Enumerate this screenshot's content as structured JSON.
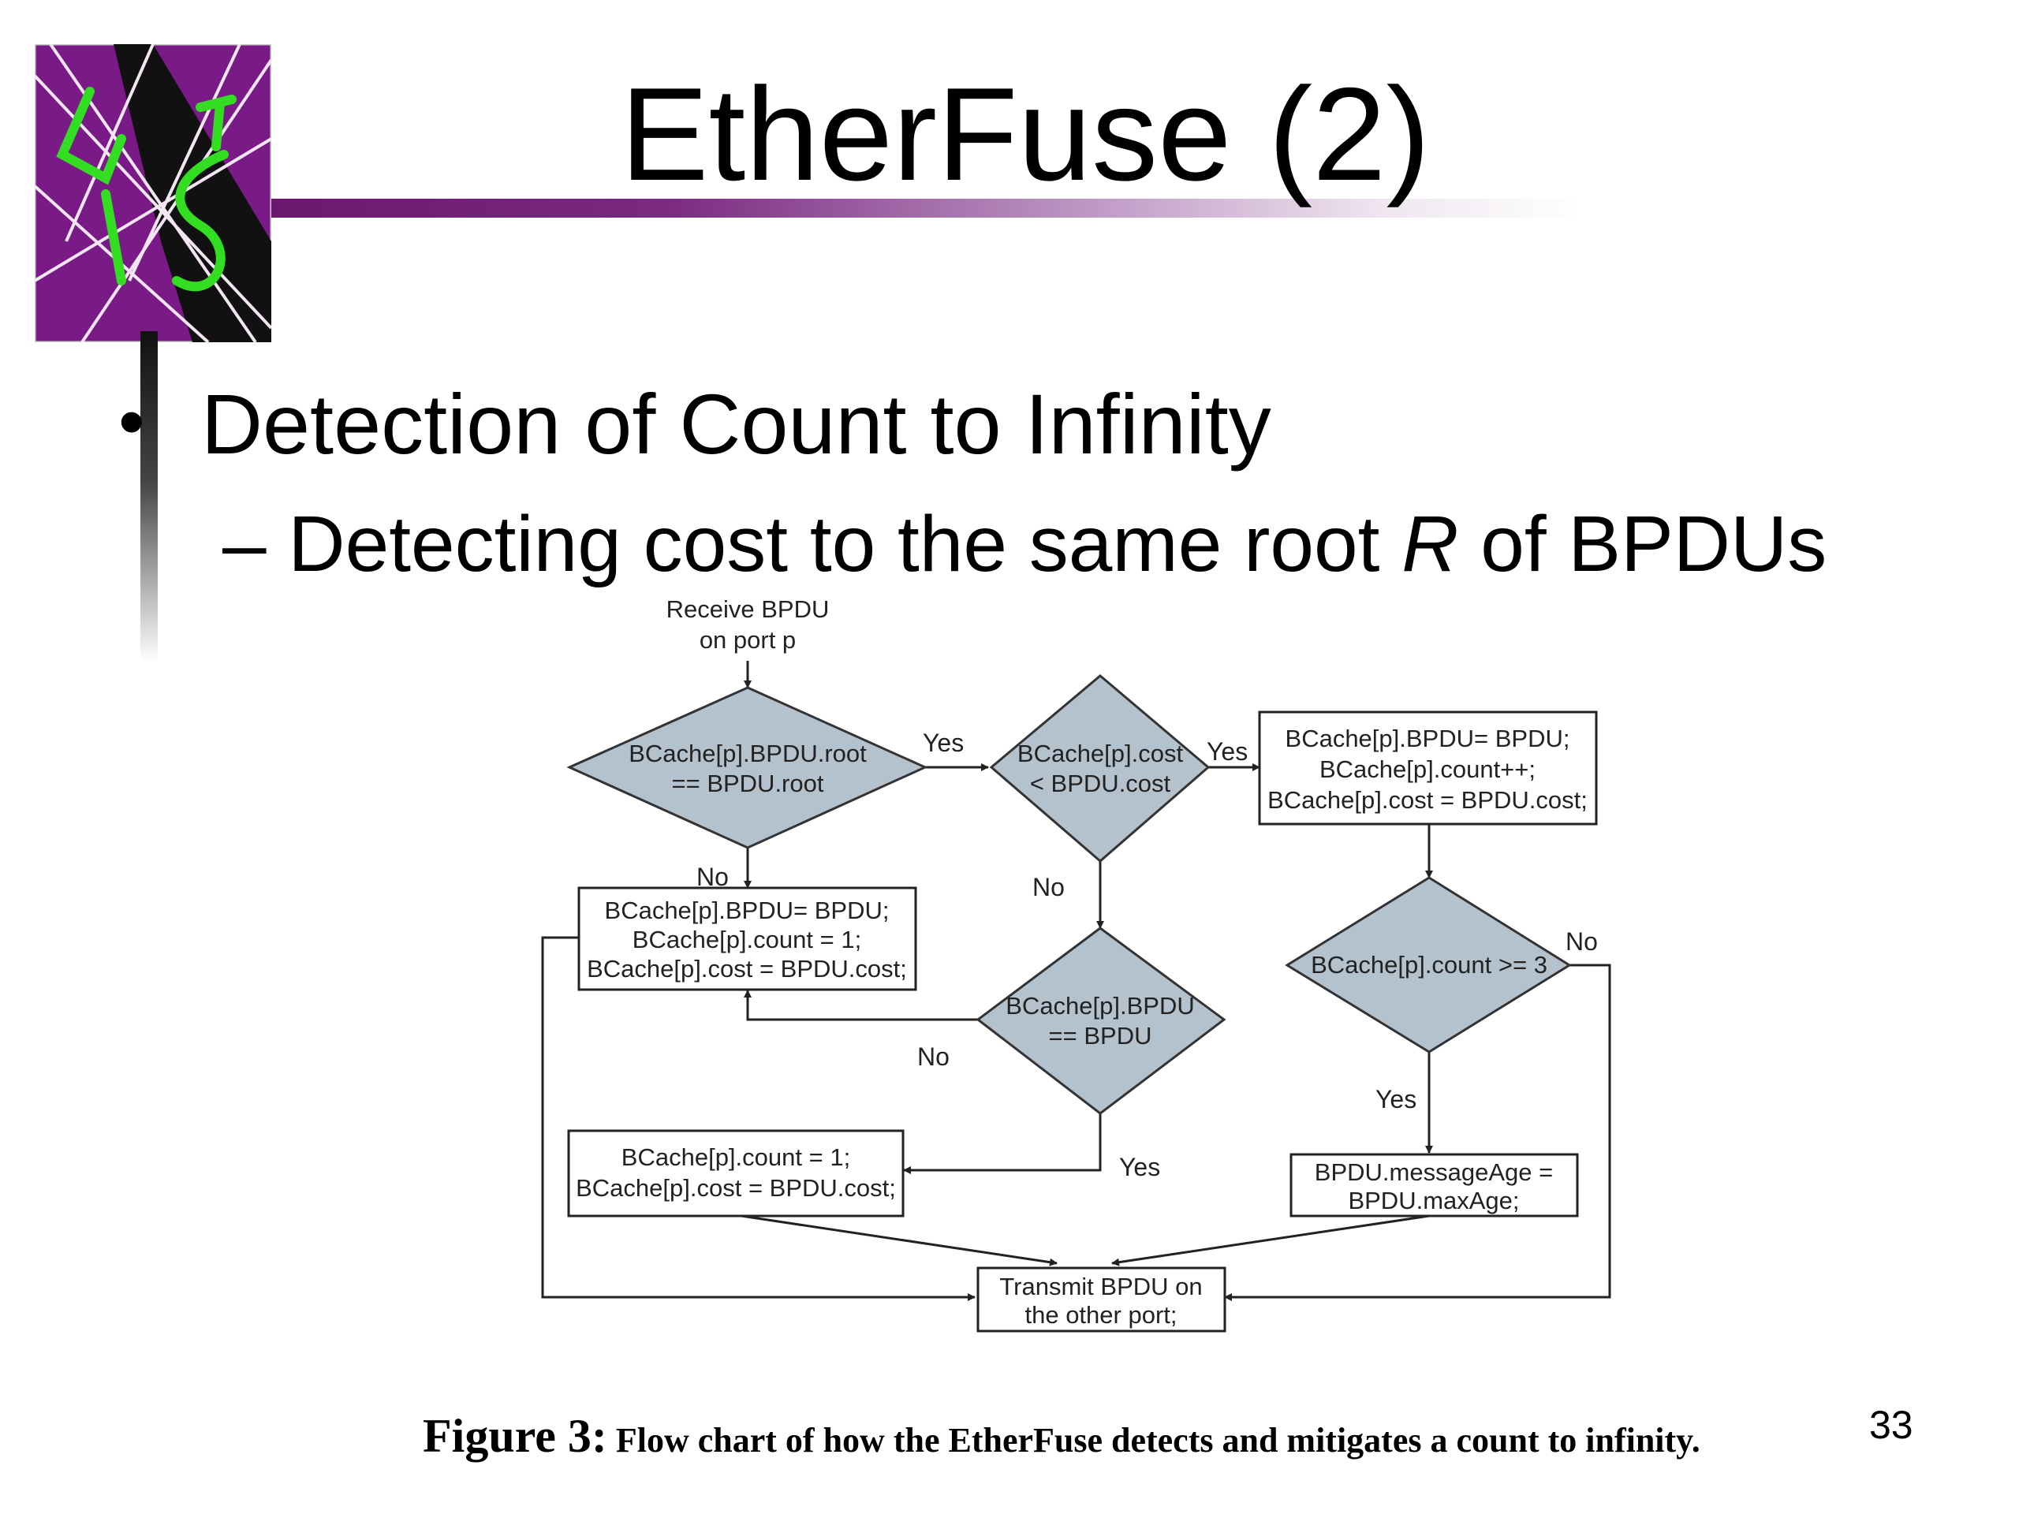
{
  "slide": {
    "title": "EtherFuse (2)",
    "bullet": "Detection of Count to Infinity",
    "sub_prefix": "– Detecting cost to the same root ",
    "sub_italic": "R",
    "sub_suffix": " of BPDUs",
    "page_number": "33"
  },
  "flowchart": {
    "start_line1": "Receive BPDU",
    "start_line2": "on port p",
    "d1_line1": "BCache[p].BPDU.root",
    "d1_line2": "== BPDU.root",
    "d2_line1": "BCache[p].cost",
    "d2_line2": "< BPDU.cost",
    "d3_line1": "BCache[p].BPDU",
    "d3_line2": "== BPDU",
    "d4_line1": "BCache[p].count >= 3",
    "b1_line1": "BCache[p].BPDU= BPDU;",
    "b1_line2": "BCache[p].count = 1;",
    "b1_line3": "BCache[p].cost = BPDU.cost;",
    "b2_line1": "BCache[p].BPDU= BPDU;",
    "b2_line2": "BCache[p].count++;",
    "b2_line3": "BCache[p].cost = BPDU.cost;",
    "b3_line1": "BCache[p].count = 1;",
    "b3_line2": "BCache[p].cost = BPDU.cost;",
    "b4_line1": "BPDU.messageAge =",
    "b4_line2": "BPDU.maxAge;",
    "end_line1": "Transmit BPDU on",
    "end_line2": "the other port;",
    "yes": "Yes",
    "no": "No"
  },
  "caption": {
    "label": "Figure 3:",
    "text": "Flow chart of how the EtherFuse detects and mitigates a count to infinity."
  },
  "colors": {
    "diamond_fill": "#b4c2ce",
    "accent": "#6a1770",
    "logo_green": "#33dd22"
  }
}
